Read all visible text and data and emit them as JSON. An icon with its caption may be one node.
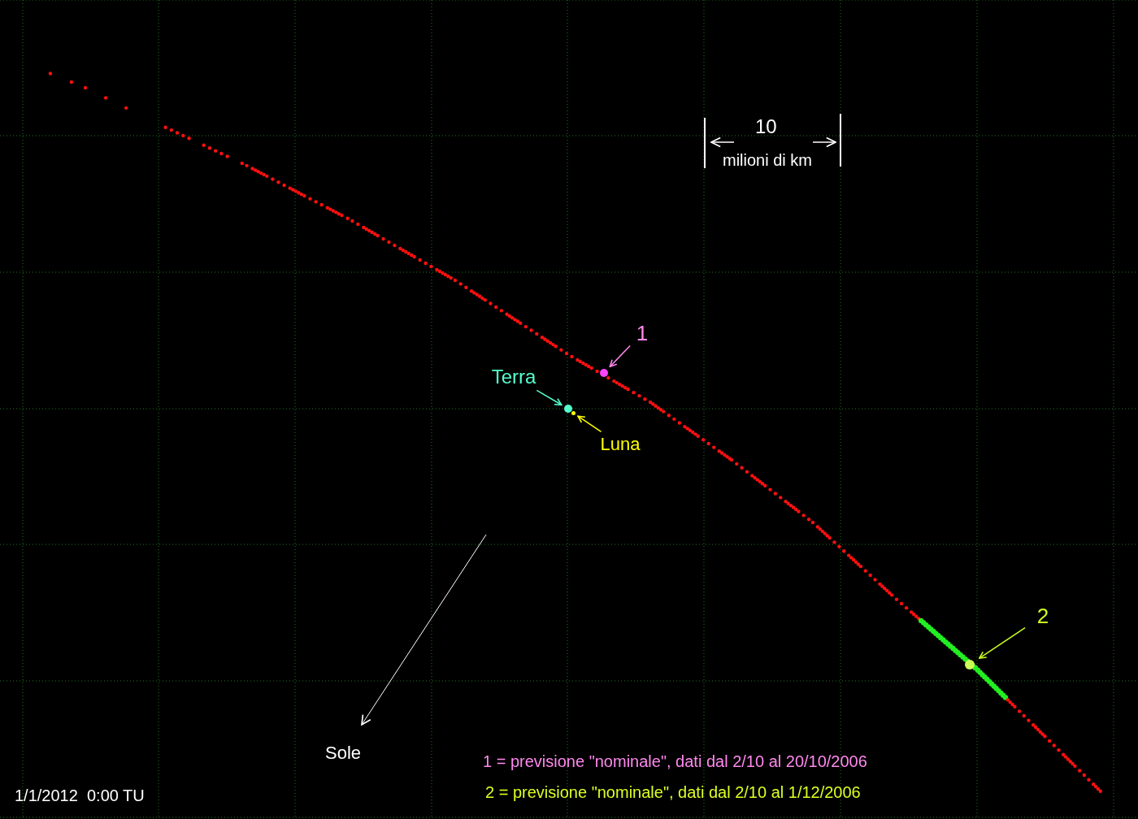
{
  "diagram": {
    "nodes": [
      {
        "text": [
          "1"
        ]
      },
      {
        "text": [],
        "shape": "circle"
      },
      {
        "text": [
          "Terra"
        ]
      },
      {
        "text": [],
        "shape": "circle"
      },
      {
        "text": [
          "Luna"
        ]
      },
      {
        "text": [],
        "shape": "circle"
      },
      {
        "text": [
          "2"
        ]
      },
      {
        "text": [],
        "shape": "circle"
      }
    ],
    "edges": [
      {
        "from": 0,
        "to": 1,
        "arrow": "to",
        "color": "#ff88ee"
      },
      {
        "from": 2,
        "to": 3,
        "arrow": "to",
        "color": "#55ffcc"
      },
      {
        "from": 4,
        "to": 5,
        "arrow": "to",
        "color": "#ffff00"
      },
      {
        "from": 6,
        "to": 7,
        "arrow": "to",
        "color": "#ccff22"
      }
    ],
    "labels": [
      "10",
      "milioni di km",
      "Sole",
      "1 = previsione \"nominale\", dati dal 2/10 al 20/10/2006",
      "2 = previsione \"nominale\", dati dal 2/10 al 1/12/2006",
      "1/1/2012  0:00 TU"
    ]
  }
}
